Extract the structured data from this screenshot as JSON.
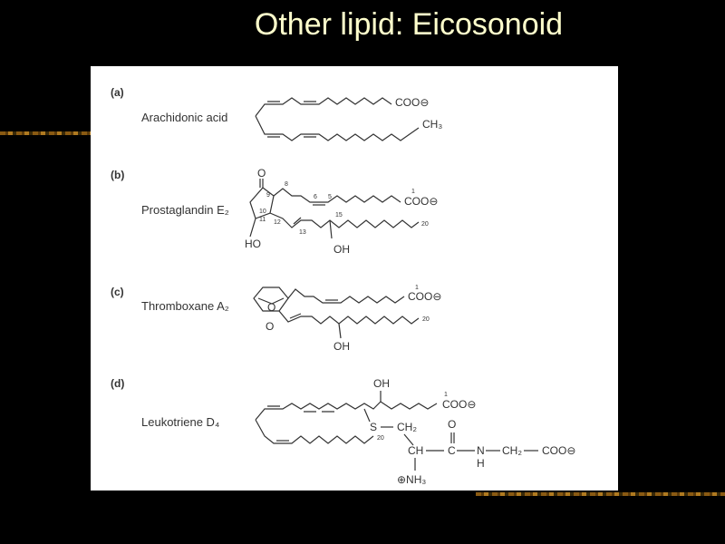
{
  "slide": {
    "title": "Other lipid: Eicosonoid"
  },
  "colors": {
    "background": "#000000",
    "title": "#ffffcc",
    "panel": "#ffffff",
    "ink": "#333333"
  },
  "figure": {
    "panels": [
      {
        "part": "(a)",
        "name": "Arachidonic acid",
        "groups": [
          "COO⊖",
          "CH₃"
        ]
      },
      {
        "part": "(b)",
        "name": "Prostaglandin E₂",
        "groups": [
          "O",
          "COO⊖",
          "HO",
          "OH"
        ],
        "numbers": [
          "9",
          "8",
          "6",
          "5",
          "1",
          "10",
          "11",
          "12",
          "13",
          "15",
          "20"
        ]
      },
      {
        "part": "(c)",
        "name": "Thromboxane A₂",
        "groups": [
          "O",
          "O",
          "COO⊖",
          "OH"
        ],
        "numbers": [
          "1",
          "20"
        ]
      },
      {
        "part": "(d)",
        "name": "Leukotriene D₄",
        "groups": [
          "OH",
          "COO⊖",
          "S",
          "CH₂",
          "O",
          "CH",
          "C",
          "N",
          "H",
          "CH₂",
          "COO⊖",
          "⊕NH₃"
        ],
        "numbers": [
          "1",
          "20"
        ]
      }
    ]
  }
}
